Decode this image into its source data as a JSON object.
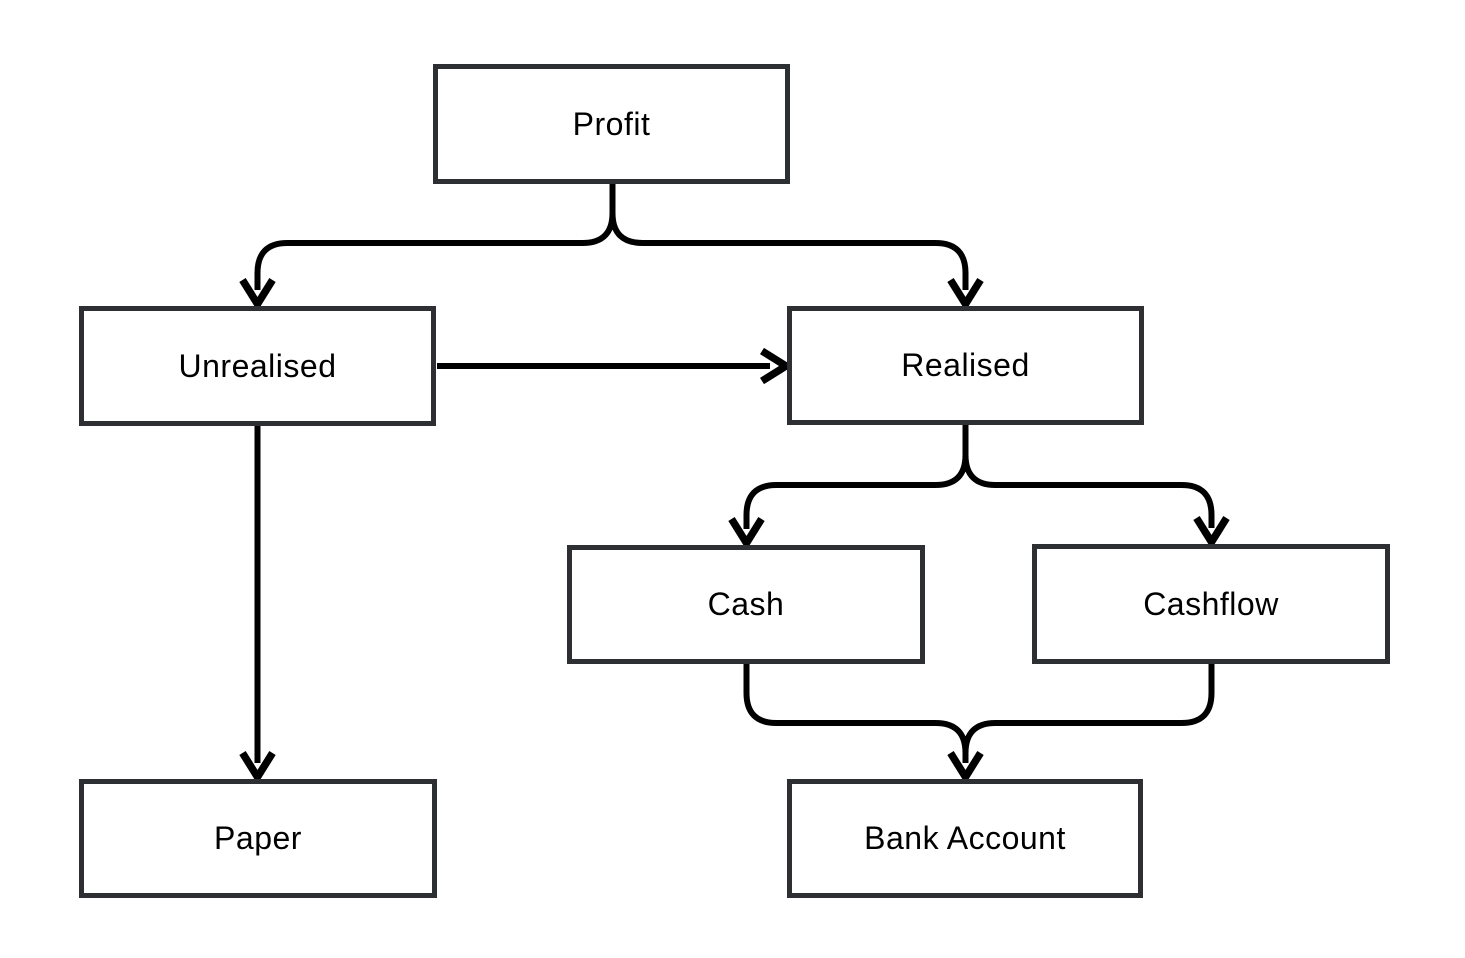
{
  "diagram": {
    "type": "flowchart",
    "background_color": "#ffffff",
    "node_fill_color": "#ffffff",
    "node_border_color": "#2e2f32",
    "edge_color": "#000000",
    "text_color": "#000000",
    "nodes": [
      {
        "id": "profit",
        "label": "Profit"
      },
      {
        "id": "unrealised",
        "label": "Unrealised"
      },
      {
        "id": "realised",
        "label": "Realised"
      },
      {
        "id": "cash",
        "label": "Cash"
      },
      {
        "id": "cashflow",
        "label": "Cashflow"
      },
      {
        "id": "paper",
        "label": "Paper"
      },
      {
        "id": "bank_account",
        "label": "Bank Account"
      }
    ],
    "edges": [
      {
        "from": "Profit",
        "to": "Unrealised"
      },
      {
        "from": "Profit",
        "to": "Realised"
      },
      {
        "from": "Unrealised",
        "to": "Realised"
      },
      {
        "from": "Unrealised",
        "to": "Paper"
      },
      {
        "from": "Realised",
        "to": "Cash"
      },
      {
        "from": "Realised",
        "to": "Cashflow"
      },
      {
        "from": "Cash",
        "to": "Bank Account"
      },
      {
        "from": "Cashflow",
        "to": "Bank Account"
      }
    ]
  }
}
